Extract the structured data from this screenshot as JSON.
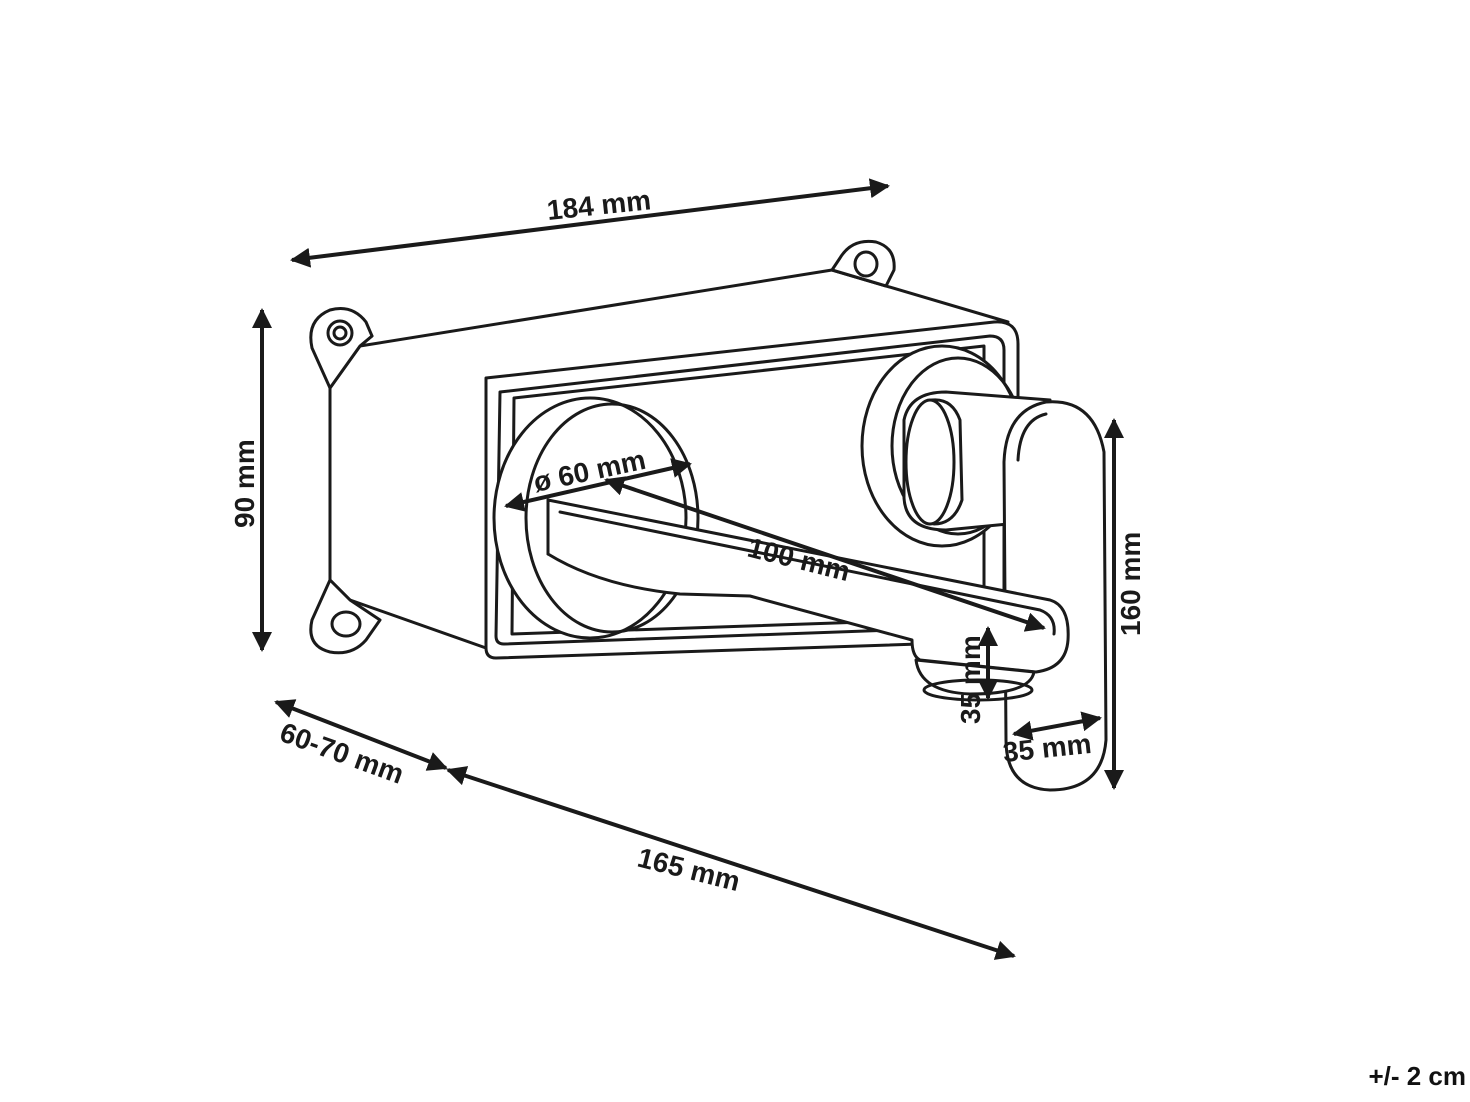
{
  "dimensions": {
    "box_width": "184 mm",
    "box_height": "90 mm",
    "box_depth": "60-70 mm",
    "spout_projection": "165 mm",
    "plate_diameter": "ø 60 mm",
    "spout_length": "100 mm",
    "handle_height": "160 mm",
    "outlet_height": "35 mm",
    "handle_width": "35 mm"
  },
  "tolerance_note": "+/- 2 cm"
}
